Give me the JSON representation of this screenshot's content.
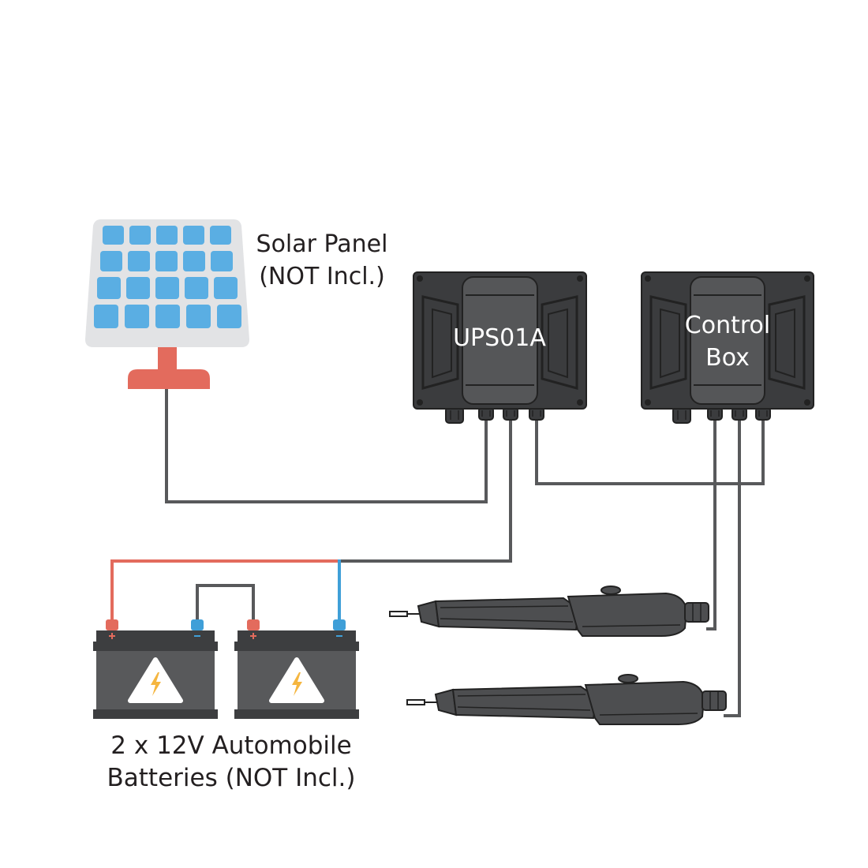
{
  "solar_panel": {
    "label_line1": "Solar Panel",
    "label_line2": "(NOT Incl.)"
  },
  "ups": {
    "label": "UPS01A"
  },
  "control_box": {
    "label_line1": "Control",
    "label_line2": "Box"
  },
  "batteries": {
    "label_line1": "2 x 12V Automobile",
    "label_line2": "Batteries (NOT Incl.)"
  },
  "colors": {
    "panel_frame": "#e2e3e5",
    "panel_cell": "#5aaee3",
    "panel_stand": "#e36b5d",
    "box_body": "#3b3c3e",
    "box_center": "#555658",
    "wire_dark": "#58595b",
    "wire_positive": "#e36b5d",
    "wire_negative": "#3f9fd8",
    "battery_body": "#58595b",
    "battery_top": "#3d3e40",
    "warning_bg": "#ffffff",
    "bolt": "#f5b640",
    "actuator": "#4d4e50"
  }
}
